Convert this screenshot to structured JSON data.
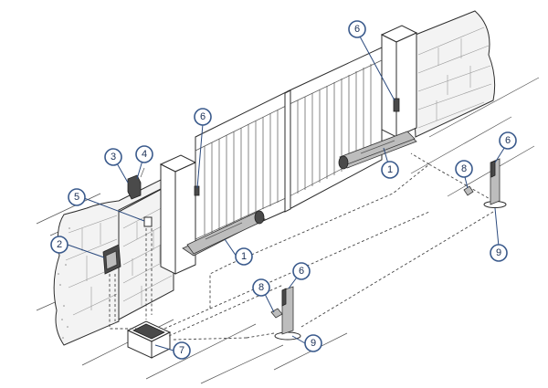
{
  "callouts": [
    {
      "id": "callout-1-left",
      "label": "1"
    },
    {
      "id": "callout-1-right",
      "label": "1"
    },
    {
      "id": "callout-2",
      "label": "2"
    },
    {
      "id": "callout-3",
      "label": "3"
    },
    {
      "id": "callout-4",
      "label": "4"
    },
    {
      "id": "callout-5",
      "label": "5"
    },
    {
      "id": "callout-6-left",
      "label": "6"
    },
    {
      "id": "callout-6-right",
      "label": "6"
    },
    {
      "id": "callout-6-front-post",
      "label": "6"
    },
    {
      "id": "callout-6-rear-post",
      "label": "6"
    },
    {
      "id": "callout-7",
      "label": "7"
    },
    {
      "id": "callout-8-front",
      "label": "8"
    },
    {
      "id": "callout-8-rear",
      "label": "8"
    },
    {
      "id": "callout-9-front",
      "label": "9"
    },
    {
      "id": "callout-9-rear",
      "label": "9"
    }
  ],
  "colors": {
    "callout_stroke": "#3a5a8c",
    "callout_text": "#1a2f55",
    "ink": "#2c2c2c"
  }
}
